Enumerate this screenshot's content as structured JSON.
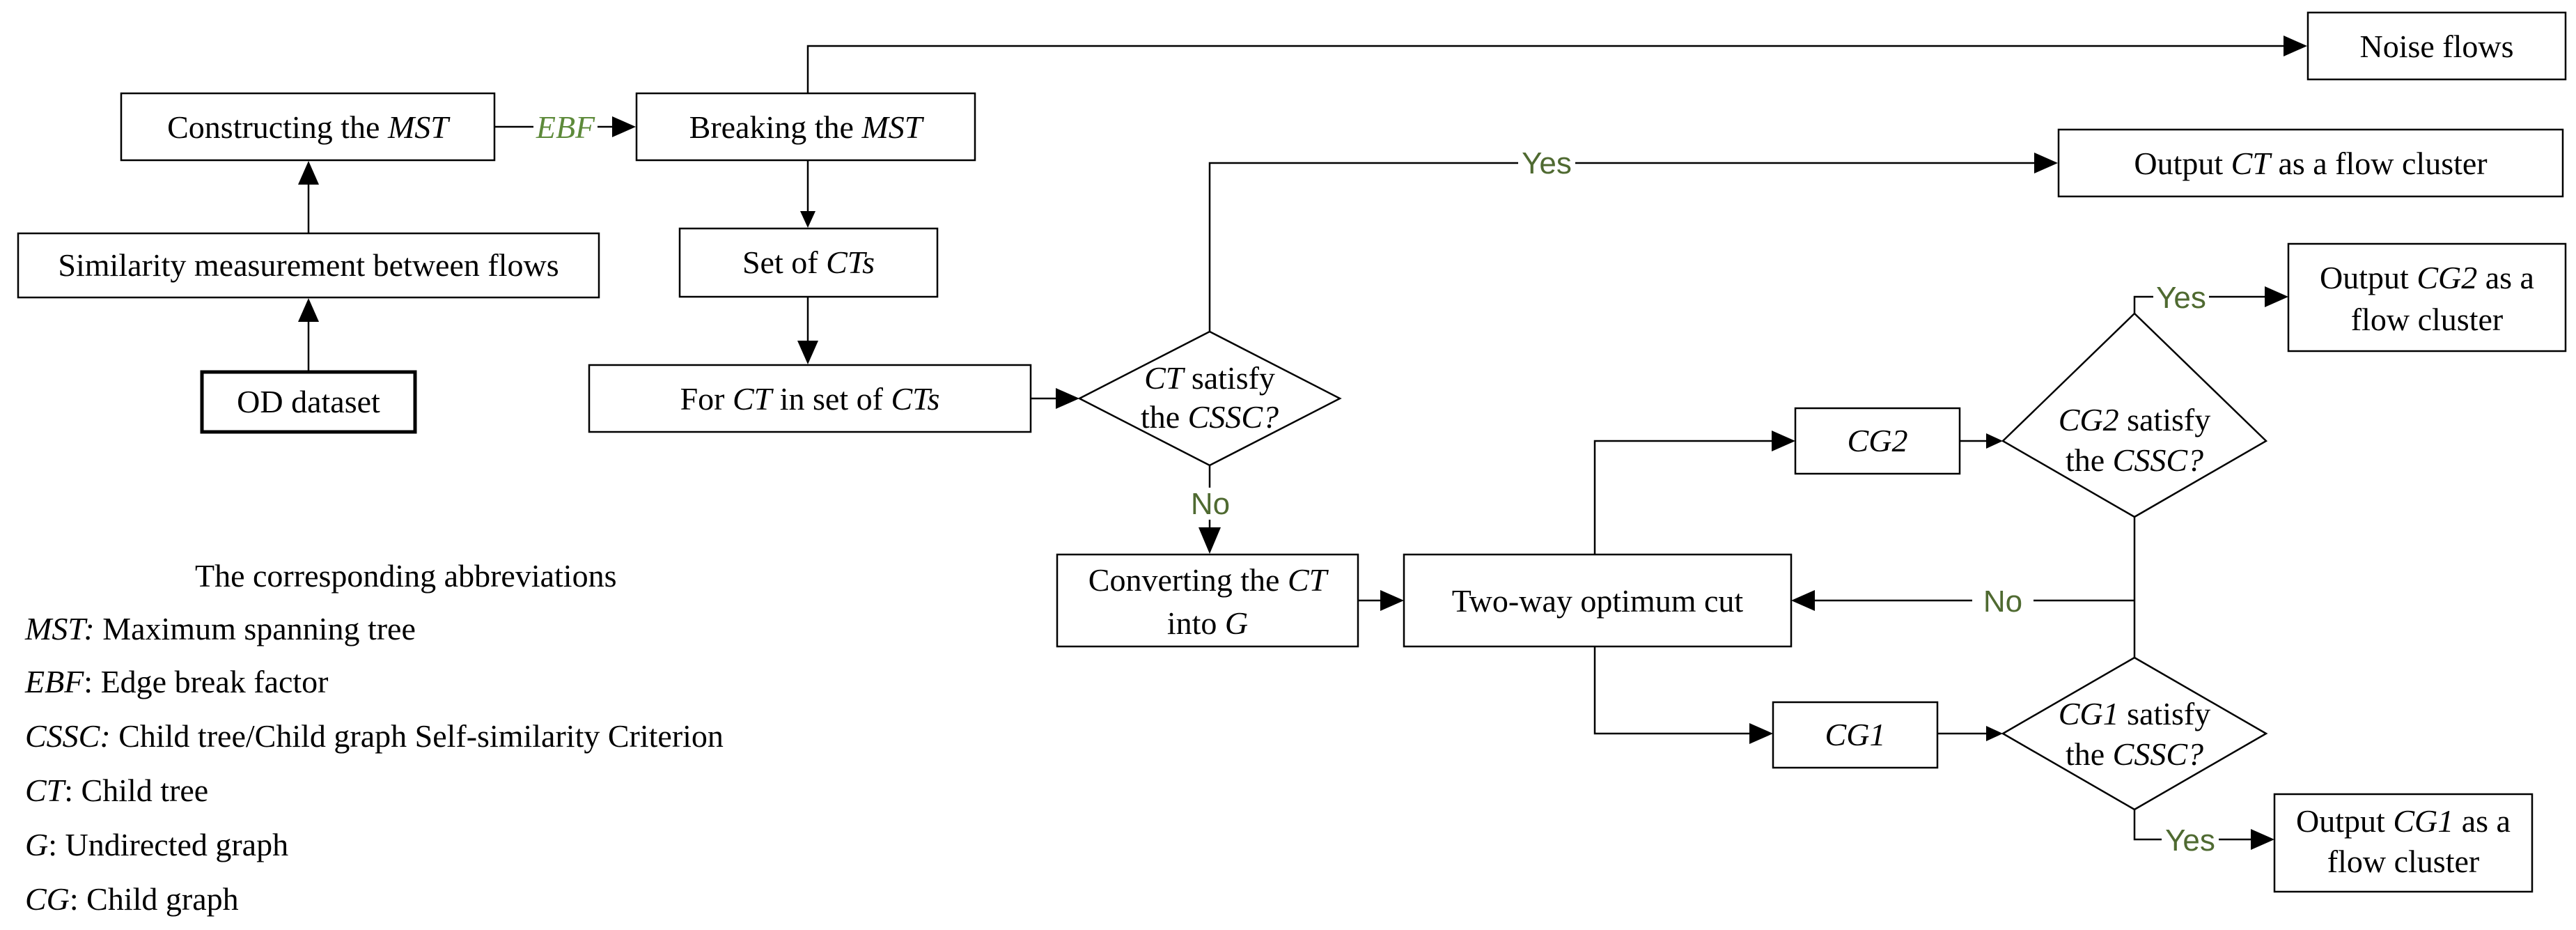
{
  "colors": {
    "label_green": "#4f6a31",
    "ebf_green": "#5d8a3a",
    "line": "#000000"
  },
  "nodes": {
    "od_dataset": "OD dataset",
    "similarity": "Similarity measurement between flows",
    "constructing": {
      "pre": "Constructing the ",
      "em": "MST"
    },
    "breaking": {
      "pre": "Breaking the ",
      "em": "MST"
    },
    "noise": "Noise flows",
    "set_cts": {
      "pre": "Set of ",
      "em": "CTs"
    },
    "for_ct": {
      "pre": "For ",
      "em1": "CT",
      "mid": " in set of ",
      "em2": "CTs"
    },
    "dec_ct": {
      "l1_em": "CT",
      "l1": " satisfy",
      "l2": "the ",
      "l2_em": "CSSC?"
    },
    "output_ct": {
      "pre": "Output ",
      "em": "CT",
      "post": " as a flow cluster"
    },
    "converting": {
      "l1": "Converting the ",
      "l1_em": "CT",
      "l2": "into ",
      "l2_em": "G"
    },
    "two_way": "Two-way optimum cut",
    "cg2": "CG2",
    "cg1": "CG1",
    "dec_cg2": {
      "l1_em": "CG2",
      "l1": " satisfy",
      "l2": "the ",
      "l2_em": "CSSC?"
    },
    "dec_cg1": {
      "l1_em": "CG1",
      "l1": " satisfy",
      "l2": "the ",
      "l2_em": "CSSC?"
    },
    "output_cg2": {
      "l1": "Output ",
      "l1_em": "CG2",
      "l1_post": " as a",
      "l2": "flow cluster"
    },
    "output_cg1": {
      "l1": "Output ",
      "l1_em": "CG1",
      "l1_post": " as a",
      "l2": "flow cluster"
    }
  },
  "edge_labels": {
    "ebf": "EBF",
    "yes_ct": "Yes",
    "no_ct": "No",
    "no_cg2": "No",
    "yes_cg2": "Yes",
    "yes_cg1": "Yes"
  },
  "legend": {
    "title": "The corresponding abbreviations",
    "items": [
      {
        "abbr": "MST:",
        "text": " Maximum spanning tree"
      },
      {
        "abbr": "EBF",
        "text": ": Edge break factor"
      },
      {
        "abbr": "CSSC:",
        "text": " Child tree/Child graph Self-similarity Criterion"
      },
      {
        "abbr": "CT",
        "text": ": Child tree"
      },
      {
        "abbr": "G",
        "text": ": Undirected graph"
      },
      {
        "abbr": "CG",
        "text": ": Child graph"
      }
    ]
  }
}
